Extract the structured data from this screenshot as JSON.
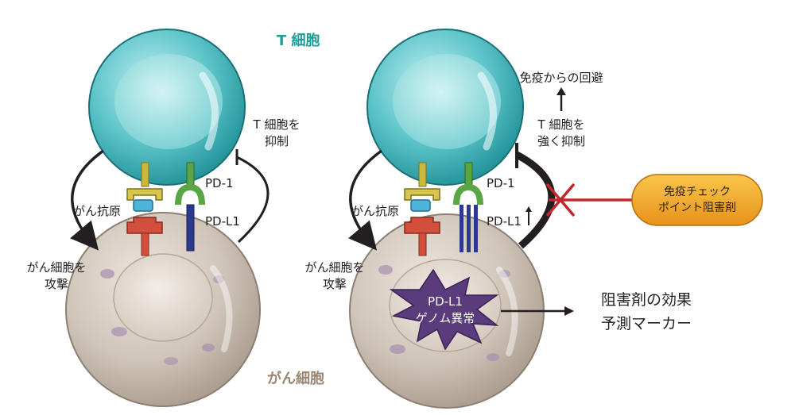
{
  "colors": {
    "t_cell": "#3fb8bf",
    "t_cell_title": "#1a9e96",
    "cancer_cell": "#c9bdb0",
    "cancer_title": "#9a8672",
    "arrow": "#231f20",
    "inhibitor_pill": "#f2a623",
    "block_cross": "#c1272d",
    "mutation_burst": "#5a3b7c",
    "pd1_receptor": "#5aa544",
    "pdl1_ligand": "#2b3a8c",
    "antigen": "#4fb3d9",
    "tcr_receptor": "#c9b83a",
    "mhc": "#d24f3b"
  },
  "labels": {
    "t_cell_title": "T 細胞",
    "cancer_cell_title": "がん細胞",
    "left": {
      "cancer_antigen": "がん抗原",
      "attack_line1": "がん細胞を",
      "attack_line2": "攻撃",
      "pd1": "PD-1",
      "pdl1": "PD-L1",
      "suppress_line1": "T 細胞を",
      "suppress_line2": "抑制"
    },
    "right": {
      "cancer_antigen": "がん抗原",
      "attack_line1": "がん細胞を",
      "attack_line2": "攻撃",
      "pd1": "PD-1",
      "pdl1": "PD-L1",
      "strong_suppress_line1": "T 細胞を",
      "strong_suppress_line2": "強く抑制",
      "immune_escape": "免疫からの回避",
      "inhibitor_line1": "免疫チェック",
      "inhibitor_line2": "ポイント阻害剤",
      "mutation_line1": "PD-L1",
      "mutation_line2": "ゲノム異常",
      "marker_line1": "阻害剤の効果",
      "marker_line2": "予測マーカー"
    }
  },
  "icons": {
    "pdl1_up_arrow": "up-arrow-icon",
    "escape_up_arrow": "up-arrow-icon",
    "marker_arrow": "right-arrow-icon",
    "block_mark": "x-cross-icon"
  }
}
